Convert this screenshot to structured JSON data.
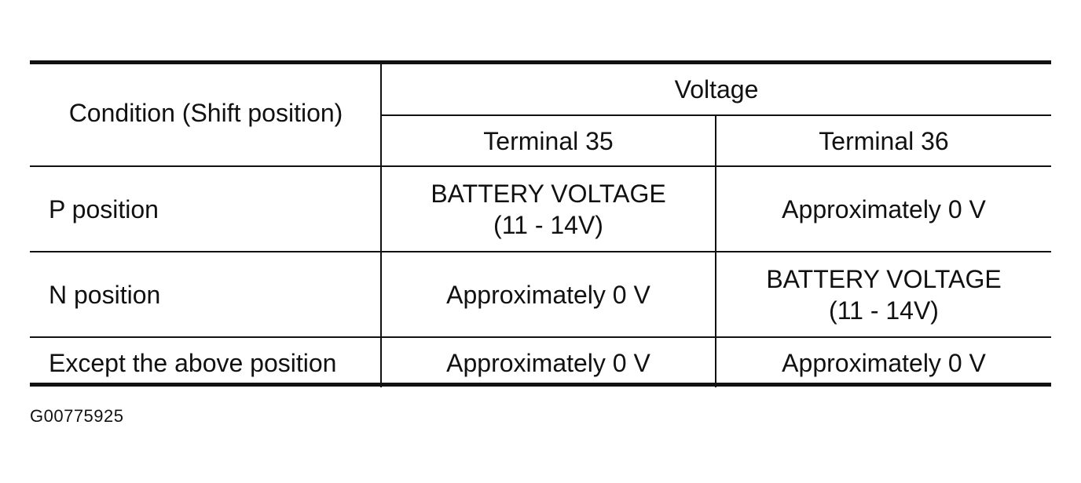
{
  "table": {
    "header": {
      "condition": "Condition (Shift position)",
      "voltage": "Voltage",
      "terminal_35": "Terminal 35",
      "terminal_36": "Terminal 36"
    },
    "rows": [
      {
        "condition": "P position",
        "terminal_35": [
          "BATTERY VOLTAGE",
          "(11 - 14V)"
        ],
        "terminal_36": [
          "Approximately 0 V"
        ]
      },
      {
        "condition": "N position",
        "terminal_35": [
          "Approximately 0 V"
        ],
        "terminal_36": [
          "BATTERY VOLTAGE",
          "(11 - 14V)"
        ]
      },
      {
        "condition": "Except the above position",
        "terminal_35": [
          "Approximately 0 V"
        ],
        "terminal_36": [
          "Approximately 0 V"
        ]
      }
    ]
  },
  "figure_id": "G00775925"
}
